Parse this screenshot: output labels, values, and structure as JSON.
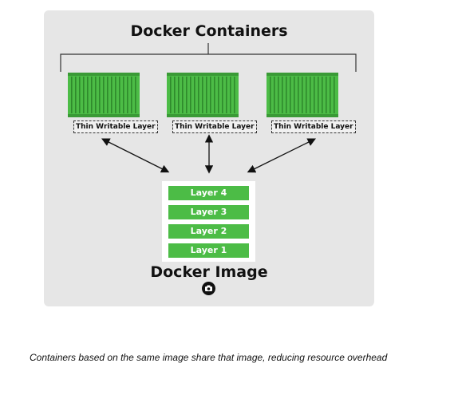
{
  "diagram": {
    "title": "Docker Containers",
    "containers": [
      {
        "layer_label": "Thin Writable Layer"
      },
      {
        "layer_label": "Thin Writable Layer"
      },
      {
        "layer_label": "Thin Writable Layer"
      }
    ],
    "image_layers": [
      "Layer 4",
      "Layer 3",
      "Layer 2",
      "Layer 1"
    ],
    "image_label": "Docker Image",
    "image_icon": "camera-icon",
    "colors": {
      "container_green": "#4cbc46",
      "layer_green": "#4cbc46",
      "panel_background": "#e6e6e6"
    }
  },
  "caption": "Containers based on the same image share that image, reducing resource overhead"
}
